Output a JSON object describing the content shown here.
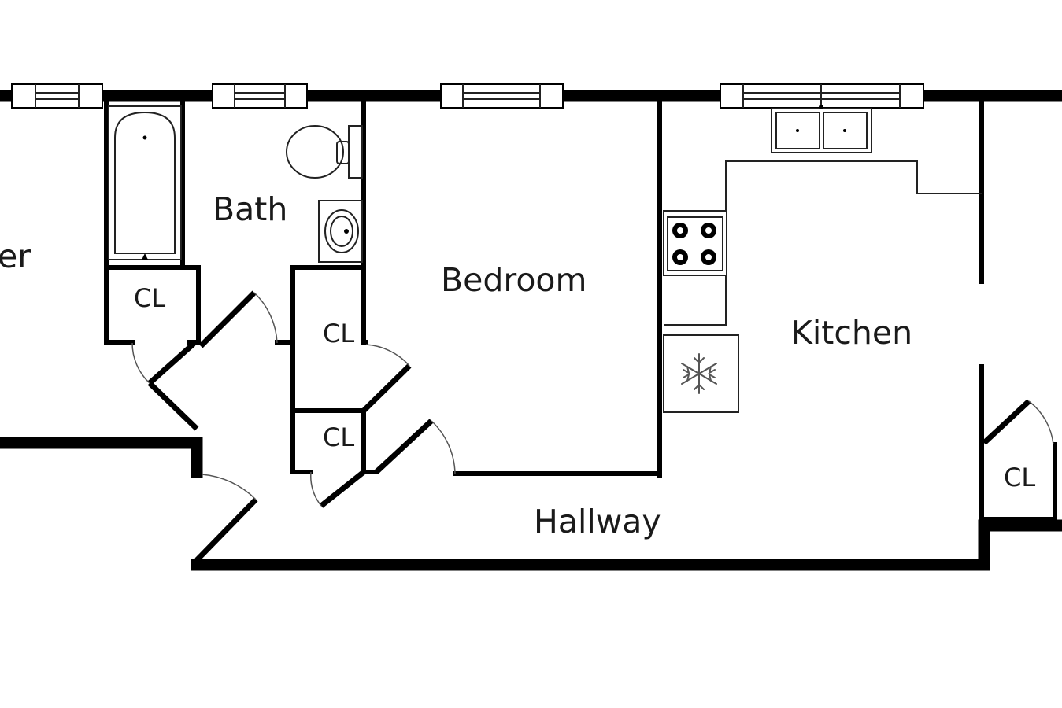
{
  "rooms": {
    "partial_left": "er",
    "bath": "Bath",
    "bedroom": "Bedroom",
    "kitchen": "Kitchen",
    "hallway": "Hallway"
  },
  "closets": {
    "closet_1": "CL",
    "closet_2": "CL",
    "closet_3": "CL",
    "closet_4": "CL"
  },
  "fixture_icons": [
    "bathtub-icon",
    "toilet-icon",
    "sink-icon",
    "double-sink-icon",
    "stove-icon",
    "refrigerator-icon"
  ]
}
